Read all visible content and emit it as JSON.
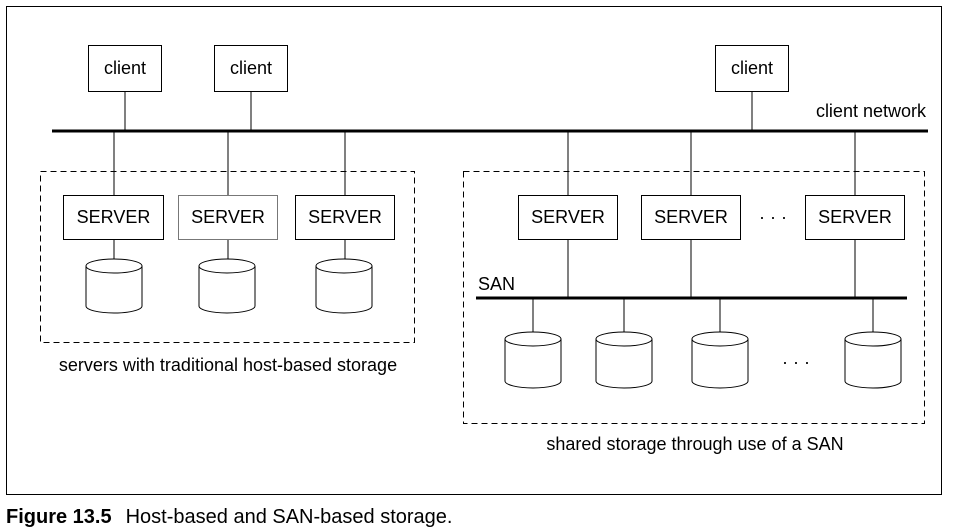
{
  "diagram": {
    "clients": [
      "client",
      "client",
      "client"
    ],
    "client_network_label": "client network",
    "host_servers": [
      "SERVER",
      "SERVER",
      "SERVER"
    ],
    "host_group_label": "servers with traditional host-based storage",
    "san_servers": [
      "SERVER",
      "SERVER",
      "SERVER"
    ],
    "server_ellipsis": "· · ·",
    "san_label": "SAN",
    "disk_ellipsis": "· · ·",
    "san_group_label": "shared storage through use of a SAN"
  },
  "caption": {
    "number": "Figure 13.5",
    "text": "Host-based and SAN-based storage."
  }
}
